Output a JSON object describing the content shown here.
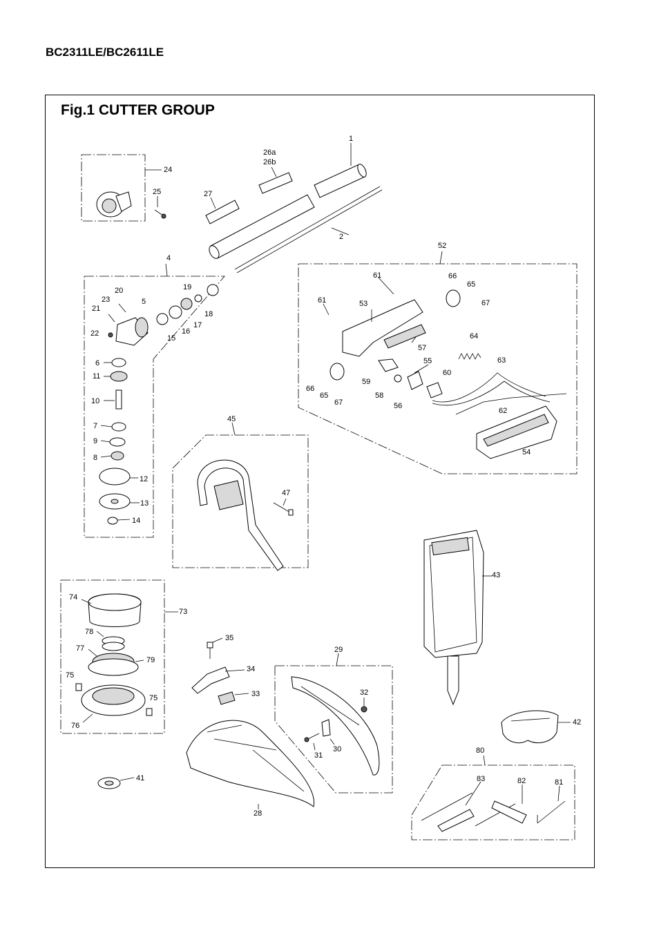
{
  "document": {
    "model": "BC2311LE/BC2611LE",
    "figure_title": "Fig.1  CUTTER GROUP"
  },
  "callouts": {
    "p1": "1",
    "p2": "2",
    "p4": "4",
    "p5": "5",
    "p6": "6",
    "p7": "7",
    "p8": "8",
    "p9": "9",
    "p10": "10",
    "p11": "11",
    "p12": "12",
    "p13": "13",
    "p14": "14",
    "p15": "15",
    "p16": "16",
    "p17": "17",
    "p18": "18",
    "p19": "19",
    "p20": "20",
    "p21": "21",
    "p22": "22",
    "p23": "23",
    "p24": "24",
    "p25": "25",
    "p26a": "26a",
    "p26b": "26b",
    "p27": "27",
    "p28": "28",
    "p29": "29",
    "p30": "30",
    "p31": "31",
    "p32": "32",
    "p33": "33",
    "p34": "34",
    "p35": "35",
    "p41": "41",
    "p42": "42",
    "p43": "43",
    "p45": "45",
    "p47": "47",
    "p52": "52",
    "p53": "53",
    "p54": "54",
    "p55": "55",
    "p56": "56",
    "p57": "57",
    "p58": "58",
    "p59": "59",
    "p60": "60",
    "p61a": "61",
    "p61b": "61",
    "p62": "62",
    "p63": "63",
    "p64": "64",
    "p65a": "65",
    "p65b": "65",
    "p66a": "66",
    "p66b": "66",
    "p67a": "67",
    "p67b": "67",
    "p73": "73",
    "p74": "74",
    "p75a": "75",
    "p75b": "75",
    "p76": "76",
    "p77": "77",
    "p78": "78",
    "p79": "79",
    "p80": "80",
    "p81": "81",
    "p82": "82",
    "p83": "83"
  }
}
